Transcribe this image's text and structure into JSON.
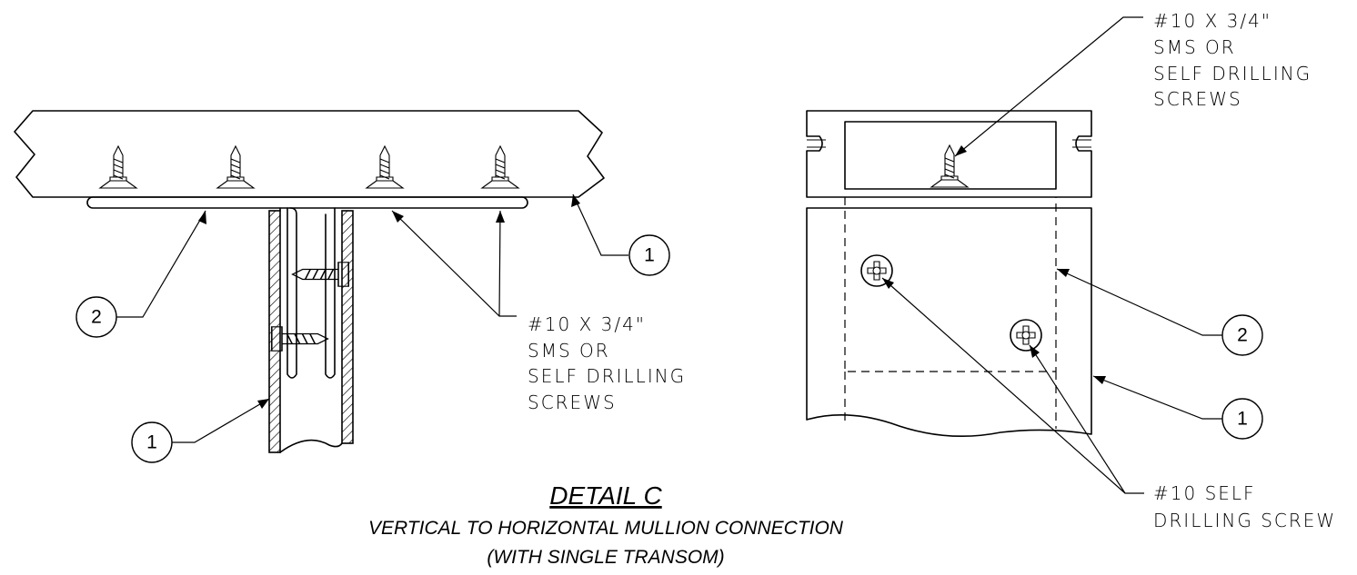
{
  "title": "DETAIL C",
  "subtitle_line1": "VERTICAL TO HORIZONTAL MULLION CONNECTION",
  "subtitle_line2": "(WITH SINGLE TRANSOM)",
  "section_view": {
    "screw_note": [
      "#10 X 3/4\"",
      "SMS OR",
      "SELF DRILLING",
      "SCREWS"
    ],
    "callouts": {
      "horizontal_mullion": "1",
      "clip": "2",
      "vertical_mullion": "1"
    }
  },
  "elevation_view": {
    "screw_note": [
      "#10 X 3/4\"",
      "SMS OR",
      "SELF DRILLING",
      "SCREWS"
    ],
    "self_drilling_note": [
      "#10 SELF",
      "DRILLING SCREW"
    ],
    "callouts": {
      "clip": "2",
      "vertical_mullion": "1"
    }
  }
}
